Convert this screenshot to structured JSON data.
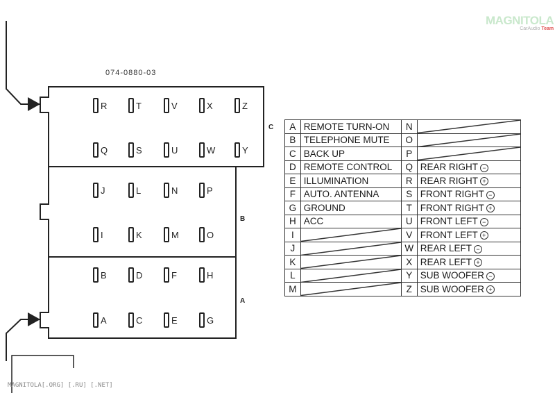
{
  "part_number": "074-0880-03",
  "connector_labels": {
    "top": "C",
    "middle": "B",
    "bottom": "A"
  },
  "connector_c": {
    "row1": [
      "R",
      "T",
      "V",
      "X",
      "Z"
    ],
    "row2": [
      "Q",
      "S",
      "U",
      "W",
      "Y"
    ]
  },
  "connector_b": {
    "row1": [
      "J",
      "L",
      "N",
      "P"
    ],
    "row2": [
      "I",
      "K",
      "M",
      "O"
    ]
  },
  "connector_a": {
    "row1": [
      "B",
      "D",
      "F",
      "H"
    ],
    "row2": [
      "A",
      "C",
      "E",
      "G"
    ]
  },
  "pinout": [
    {
      "l": "A",
      "lf": "REMOTE TURN-ON",
      "r": "N",
      "rf": "",
      "rpol": ""
    },
    {
      "l": "B",
      "lf": "TELEPHONE MUTE",
      "r": "O",
      "rf": "",
      "rpol": ""
    },
    {
      "l": "C",
      "lf": "BACK UP",
      "r": "P",
      "rf": "",
      "rpol": ""
    },
    {
      "l": "D",
      "lf": "REMOTE CONTROL",
      "r": "Q",
      "rf": "REAR RIGHT",
      "rpol": "−"
    },
    {
      "l": "E",
      "lf": "ILLUMINATION",
      "r": "R",
      "rf": "REAR RIGHT",
      "rpol": "+"
    },
    {
      "l": "F",
      "lf": "AUTO. ANTENNA",
      "r": "S",
      "rf": "FRONT RIGHT",
      "rpol": "−"
    },
    {
      "l": "G",
      "lf": "GROUND",
      "r": "T",
      "rf": "FRONT RIGHT",
      "rpol": "+"
    },
    {
      "l": "H",
      "lf": "ACC",
      "r": "U",
      "rf": "FRONT LEFT",
      "rpol": "−"
    },
    {
      "l": "I",
      "lf": "",
      "r": "V",
      "rf": "FRONT LEFT",
      "rpol": "+"
    },
    {
      "l": "J",
      "lf": "",
      "r": "W",
      "rf": "REAR LEFT",
      "rpol": "−"
    },
    {
      "l": "K",
      "lf": "",
      "r": "X",
      "rf": "REAR LEFT",
      "rpol": "+"
    },
    {
      "l": "L",
      "lf": "",
      "r": "Y",
      "rf": "SUB WOOFER",
      "rpol": "−"
    },
    {
      "l": "M",
      "lf": "",
      "r": "Z",
      "rf": "SUB WOOFER",
      "rpol": "+"
    }
  ],
  "logo": {
    "main": "MAGNITOLA",
    "sub_prefix": "CarAudio ",
    "sub_accent": "Team"
  },
  "footer": "MAGNITOLA[.ORG] [.RU] [.NET]"
}
